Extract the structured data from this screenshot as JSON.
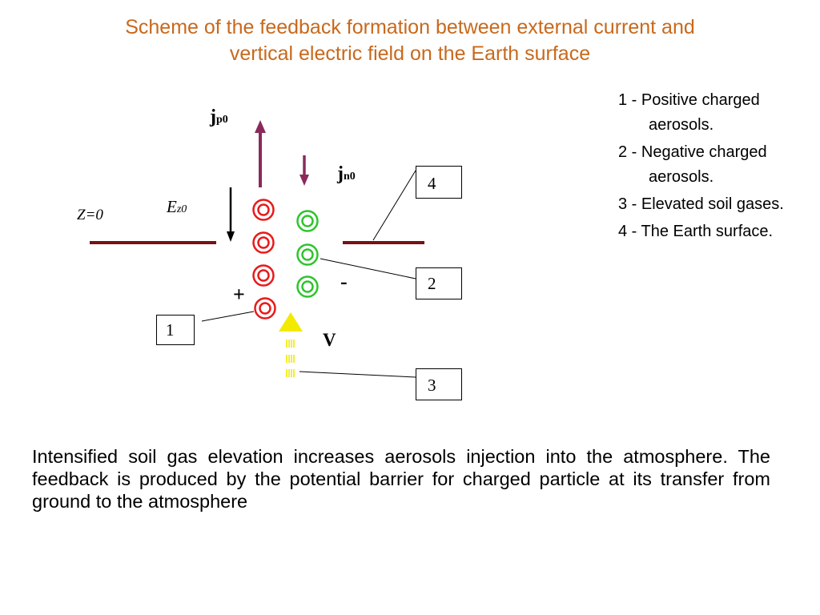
{
  "title": {
    "line1": "Scheme of the feedback formation between external current and",
    "line2": "vertical electric field on the Earth surface"
  },
  "labels": {
    "jp0_main": "j",
    "jp0_sub": "p0",
    "jn0_main": "j",
    "jn0_sub": "n0",
    "ez0_main": "E",
    "ez0_sub": "z0",
    "z0": "Z=0",
    "plus": "+",
    "minus": "-",
    "v": "V"
  },
  "boxes": {
    "box1": "1",
    "box2": "2",
    "box3": "3",
    "box4": "4"
  },
  "legend": {
    "item1": "1 - Positive charged aerosols.",
    "item2": "2 - Negative charged aerosols.",
    "item3": "3 - Elevated soil gases.",
    "item4": "4 - The Earth surface."
  },
  "caption": "Intensified soil gas elevation increases aerosols injection into the atmosphere. The feedback is produced by the potential barrier for charged particle at its transfer from ground to the atmosphere",
  "colors": {
    "title": "#c8691c",
    "surface_line": "#7a1010",
    "positive_aerosol": "#e81a1a",
    "negative_aerosol": "#2ec42e",
    "current_arrow": "#8a2a5c",
    "soil_gas": "#f2ea00"
  }
}
